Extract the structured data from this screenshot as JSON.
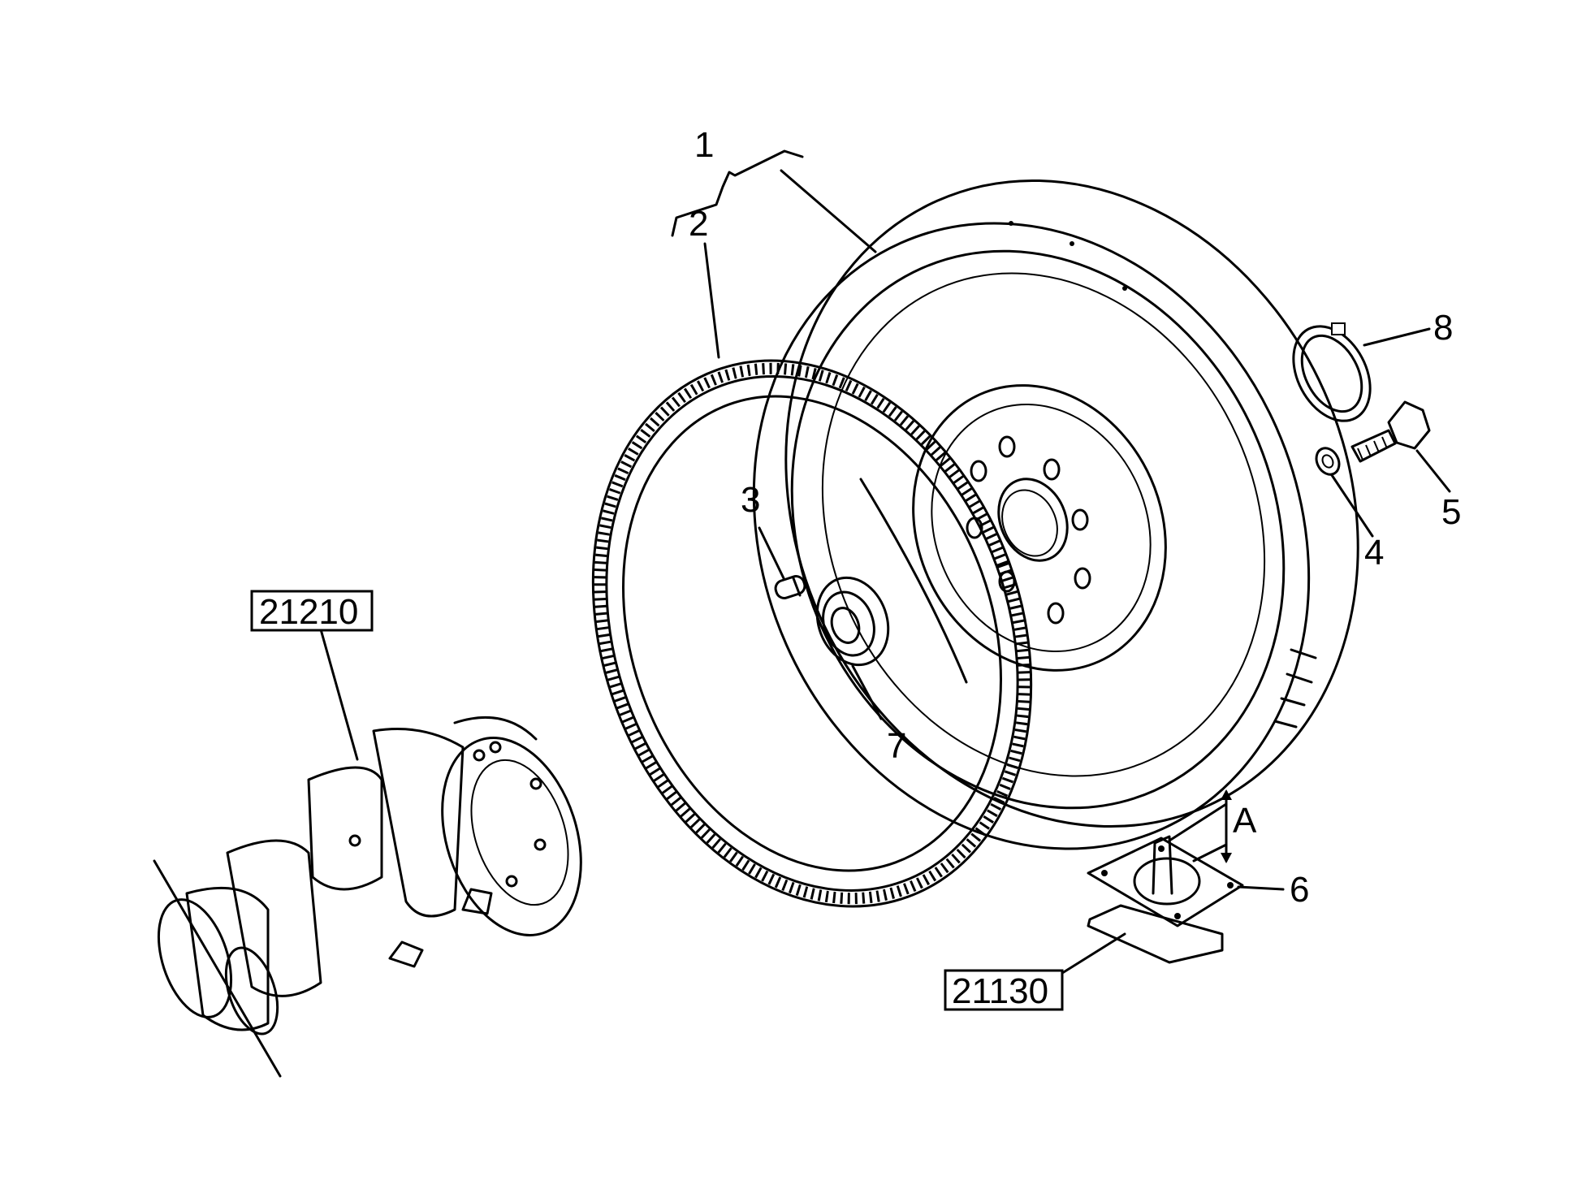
{
  "labels": {
    "part_1": "1",
    "part_2": "2",
    "part_3": "3",
    "part_4": "4",
    "part_5": "5",
    "part_6": "6",
    "part_7": "7",
    "part_8": "8",
    "view_a": "A"
  },
  "references": {
    "crankshaft": "21210",
    "gasket": "21130"
  },
  "colors": {
    "ink": "#000000",
    "paper": "#ffffff"
  }
}
